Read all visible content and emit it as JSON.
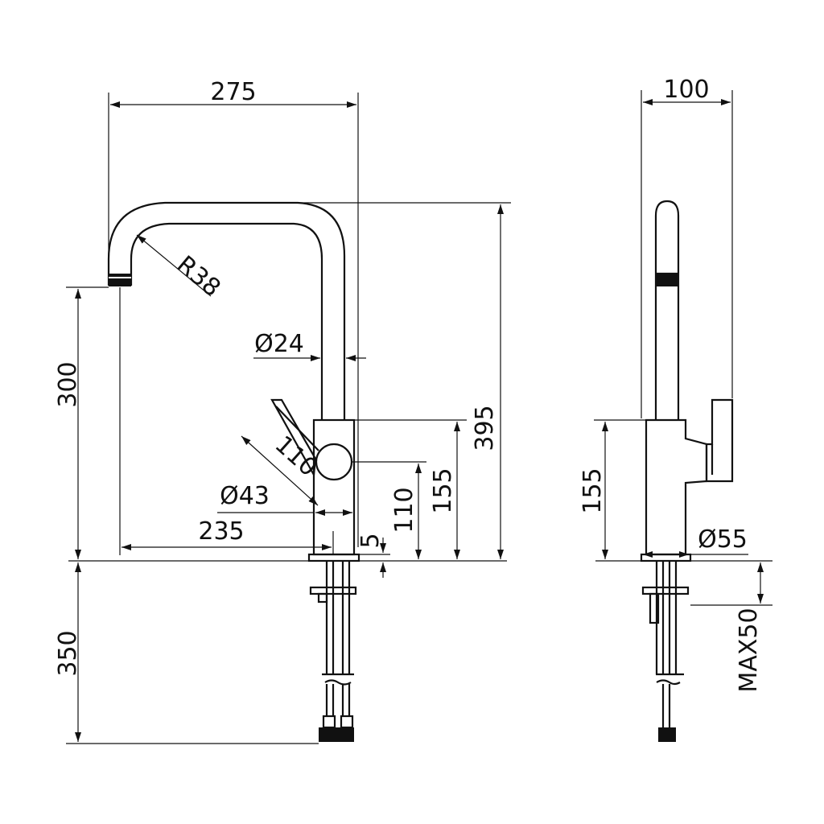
{
  "front_view": {
    "width_overall": "275",
    "bend_radius": "R38",
    "spout_diameter": "Ø24",
    "spout_height": "300",
    "overall_height": "395",
    "lever_length": "110",
    "body_diameter": "Ø43",
    "body_height": "155",
    "lever_axis_height": "110",
    "spout_reach": "235",
    "base_plate": "5",
    "below_counter": "350"
  },
  "side_view": {
    "depth_overall": "100",
    "body_height": "155",
    "base_diameter": "Ø55",
    "max_counter_thickness": "MAX50"
  }
}
